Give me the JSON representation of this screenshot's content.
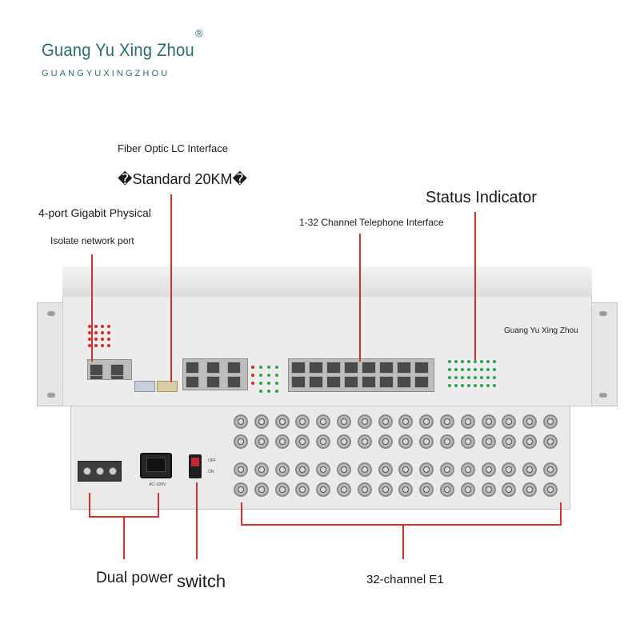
{
  "logo": {
    "main": "Guang Yu Xing Zhou",
    "sub": "GUANGYUXINGZHOU",
    "reg": "®"
  },
  "labels": {
    "fiber": "Fiber Optic LC Interface",
    "standard": "�Standard 20KM�",
    "gigabit": "4-port Gigabit Physical",
    "isolate": "Isolate network port",
    "telephone": "1-32 Channel Telephone Interface",
    "status": "Status Indicator",
    "dual_power": "Dual power",
    "switch": "switch",
    "e1": "32-channel E1"
  },
  "device": {
    "brand": "Guang Yu Xing Zhou",
    "ac_label": "AC~220V",
    "switch_off": "OFF",
    "switch_on": "ON"
  },
  "colors": {
    "logo": "#2e6b6d",
    "callout_line": "#d92f2f",
    "led_red": "#d32c2c",
    "led_green": "#2ea44f"
  }
}
